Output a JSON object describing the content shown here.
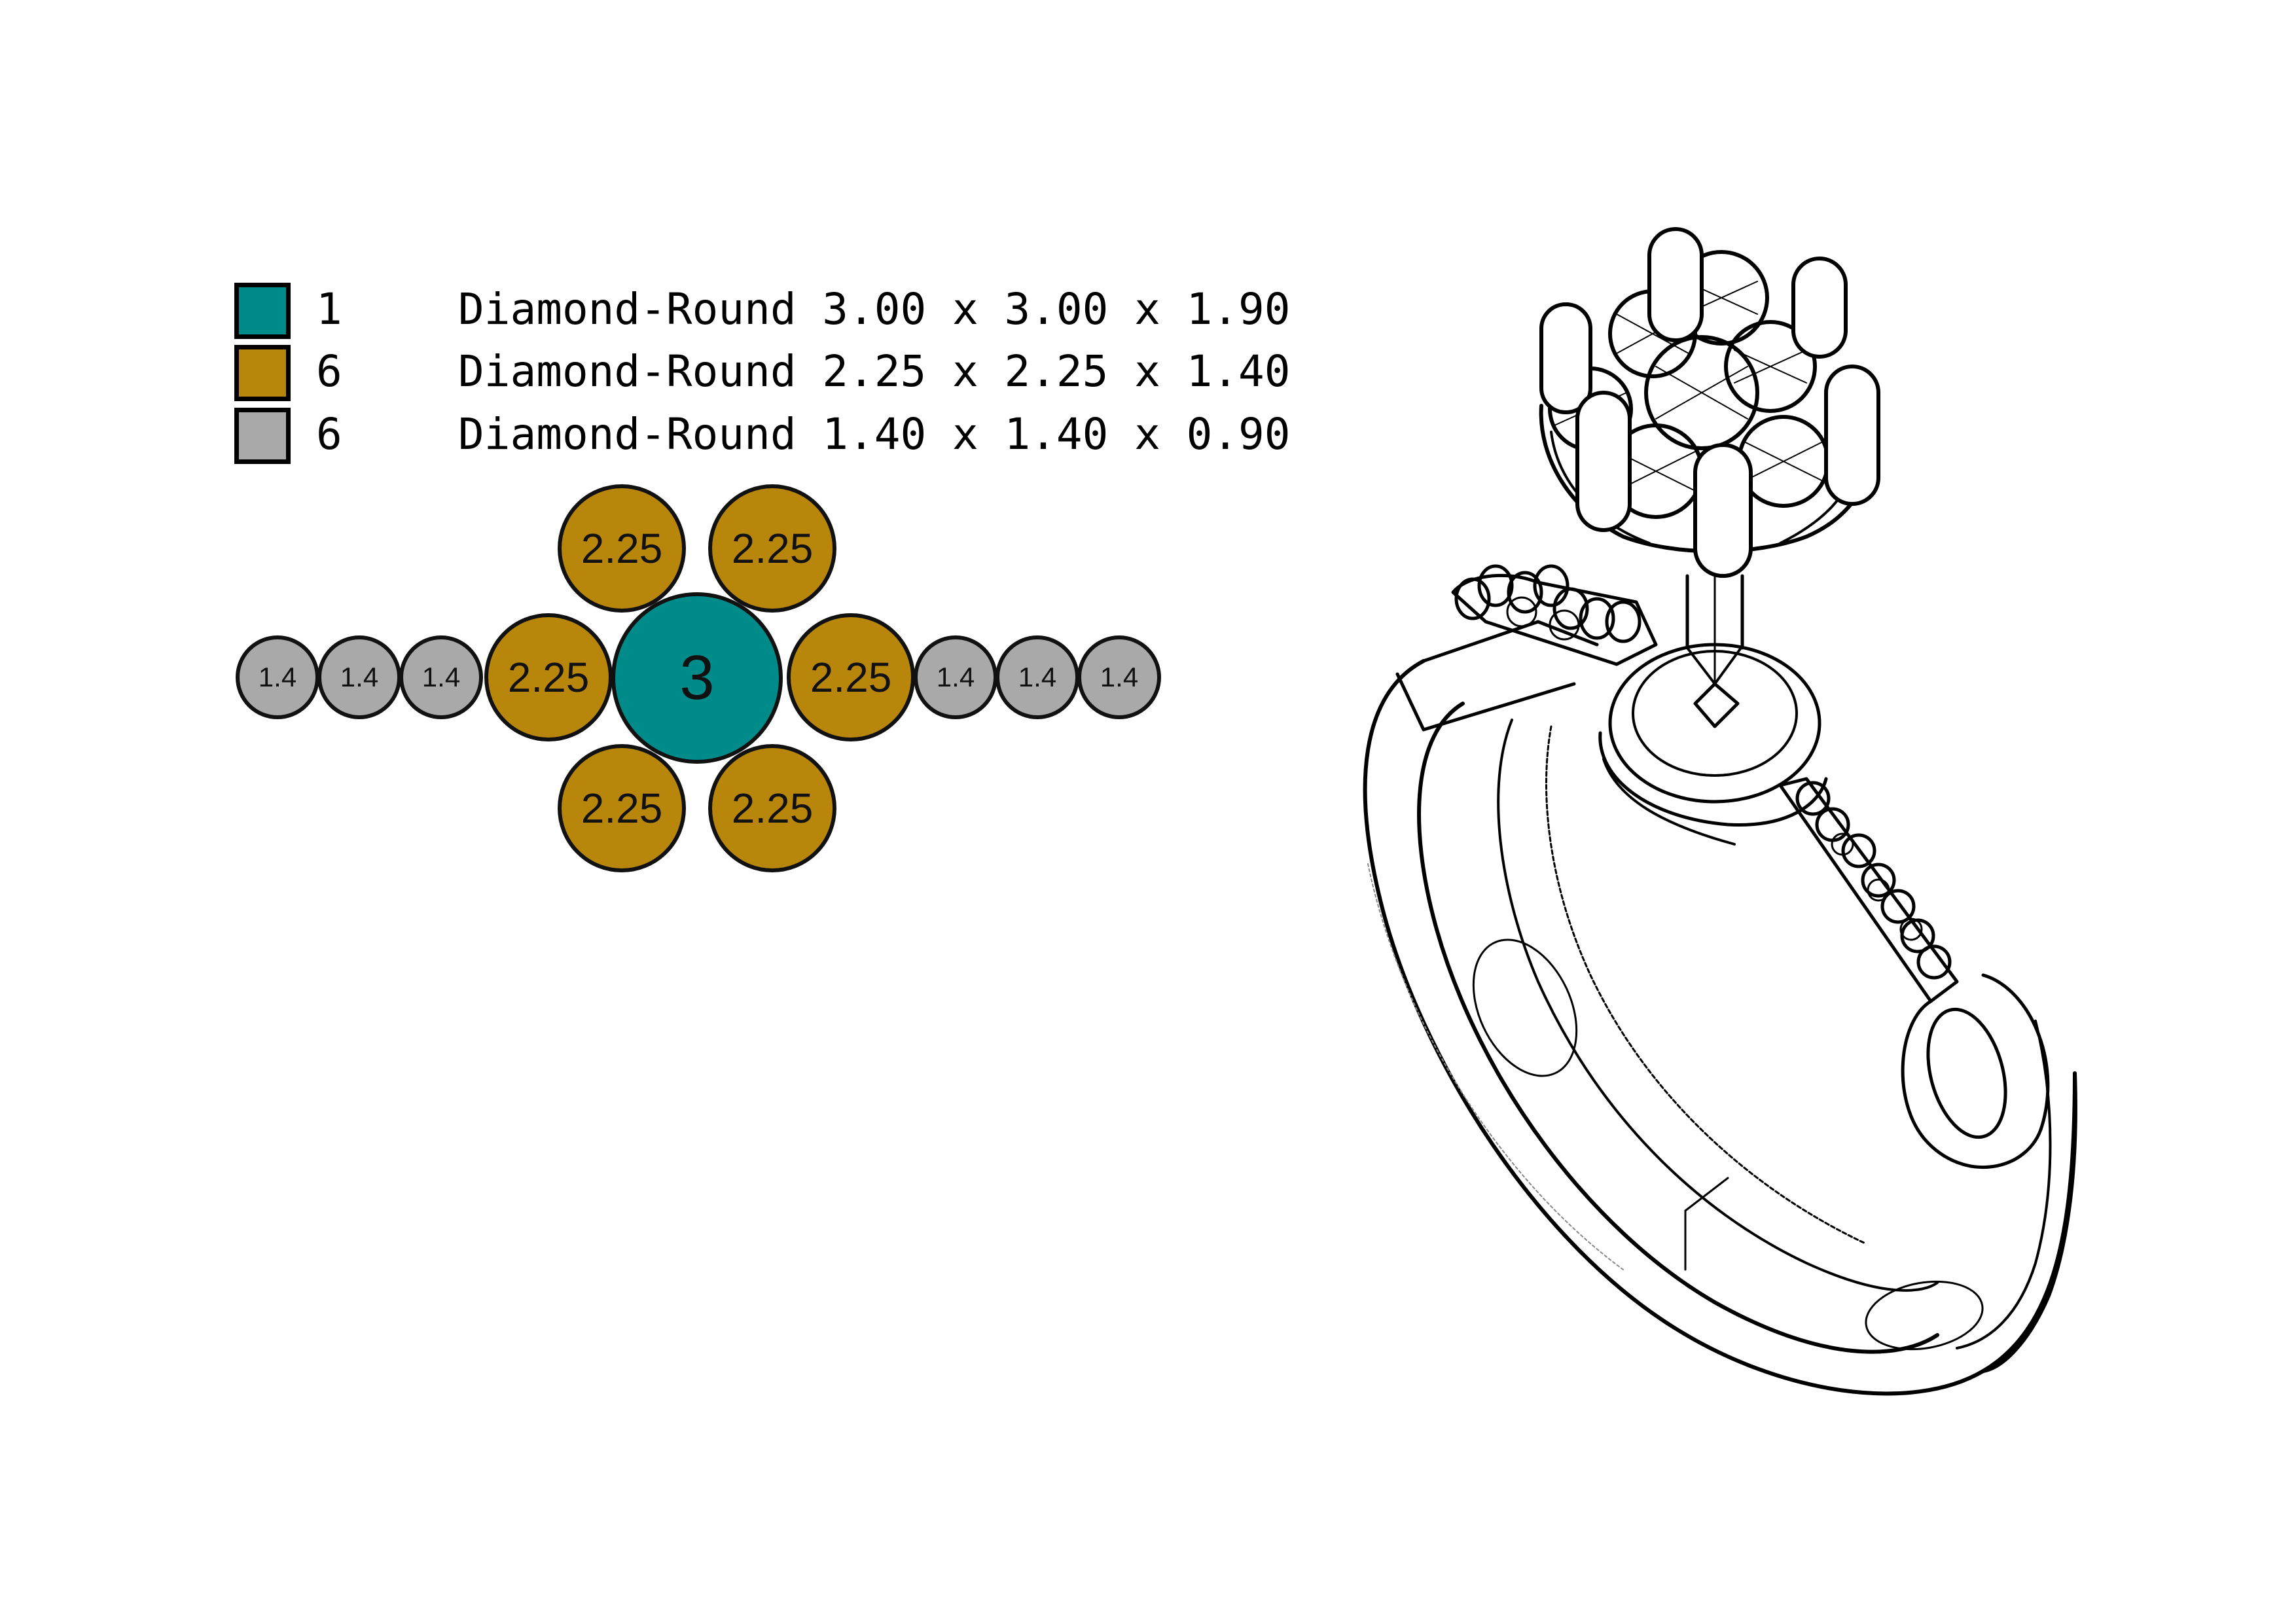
{
  "legend": [
    {
      "count": "1",
      "description": "Diamond-Round 3.00 x 3.00 x 1.90",
      "color": "#008B8B"
    },
    {
      "count": "6",
      "description": "Diamond-Round 2.25 x 2.25 x 1.40",
      "color": "#B8860B"
    },
    {
      "count": "6",
      "description": "Diamond-Round 1.40 x 1.40 x 0.90",
      "color": "#A9A9A9"
    }
  ],
  "layout_stones": {
    "center": {
      "label": "3",
      "color": "#008B8B"
    },
    "gold": [
      {
        "label": "2.25",
        "position": "top-left"
      },
      {
        "label": "2.25",
        "position": "top-right"
      },
      {
        "label": "2.25",
        "position": "left"
      },
      {
        "label": "2.25",
        "position": "right"
      },
      {
        "label": "2.25",
        "position": "bottom-left"
      },
      {
        "label": "2.25",
        "position": "bottom-right"
      }
    ],
    "grey": [
      {
        "label": "1.4",
        "position": "left-1"
      },
      {
        "label": "1.4",
        "position": "left-2"
      },
      {
        "label": "1.4",
        "position": "left-3"
      },
      {
        "label": "1.4",
        "position": "right-1"
      },
      {
        "label": "1.4",
        "position": "right-2"
      },
      {
        "label": "1.4",
        "position": "right-3"
      }
    ],
    "gold_color": "#B8860B",
    "grey_color": "#A9A9A9"
  },
  "drawing": {
    "subject": "ring-line-drawing"
  }
}
